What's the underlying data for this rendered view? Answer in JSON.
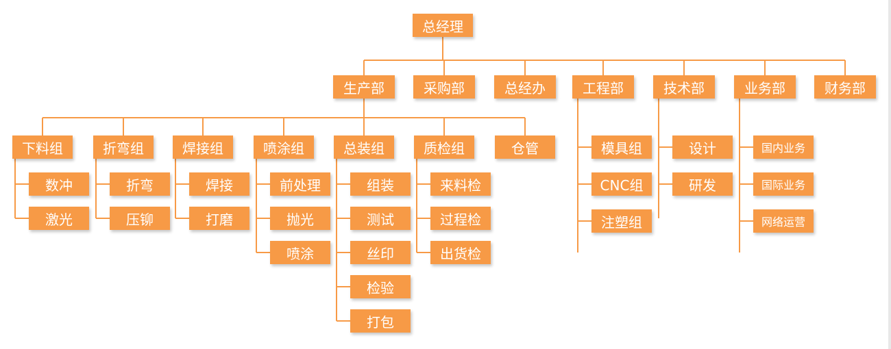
{
  "chart": {
    "root": "总经理",
    "departments": [
      {
        "name": "生产部",
        "groups": [
          {
            "name": "下料组",
            "items": [
              "数冲",
              "激光"
            ]
          },
          {
            "name": "折弯组",
            "items": [
              "折弯",
              "压铆"
            ]
          },
          {
            "name": "焊接组",
            "items": [
              "焊接",
              "打磨"
            ]
          },
          {
            "name": "喷涂组",
            "items": [
              "前处理",
              "抛光",
              "喷涂"
            ]
          },
          {
            "name": "总装组",
            "items": [
              "组装",
              "测试",
              "丝印",
              "检验",
              "打包"
            ]
          },
          {
            "name": "质检组",
            "items": [
              "来料检",
              "过程检",
              "出货检"
            ]
          },
          {
            "name": "仓管",
            "items": []
          }
        ]
      },
      {
        "name": "采购部",
        "items": []
      },
      {
        "name": "总经办",
        "items": []
      },
      {
        "name": "工程部",
        "items": [
          "模具组",
          "CNC组",
          "注塑组"
        ]
      },
      {
        "name": "技术部",
        "items": [
          "设计",
          "研发"
        ]
      },
      {
        "name": "业务部",
        "items": [
          "国内业务",
          "国际业务",
          "网络运营"
        ]
      },
      {
        "name": "财务部",
        "items": []
      }
    ]
  },
  "colors": {
    "box": "#F79A46",
    "line": "#F79A46",
    "text": "#ffffff"
  }
}
